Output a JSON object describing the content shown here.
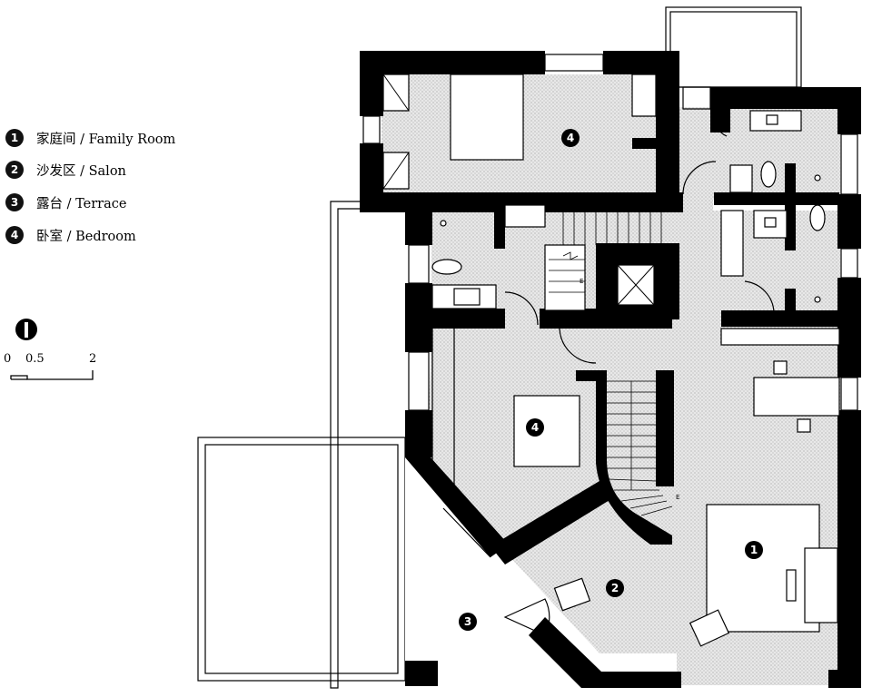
{
  "legend": {
    "items": [
      {
        "number": "1",
        "label": "家庭间 / Family Room"
      },
      {
        "number": "2",
        "label": "沙发区 / Salon"
      },
      {
        "number": "3",
        "label": "露台 / Terrace"
      },
      {
        "number": "4",
        "label": "卧室 / Bedroom"
      }
    ]
  },
  "scale": {
    "labels": [
      "0",
      "0.5",
      "2"
    ]
  },
  "rooms": {
    "bedroom_top": "4",
    "bedroom_mid": "4",
    "family_room": "1",
    "salon": "2",
    "terrace": "3"
  },
  "stairs": {
    "mark_up_1": "E",
    "mark_up_2": "E"
  }
}
